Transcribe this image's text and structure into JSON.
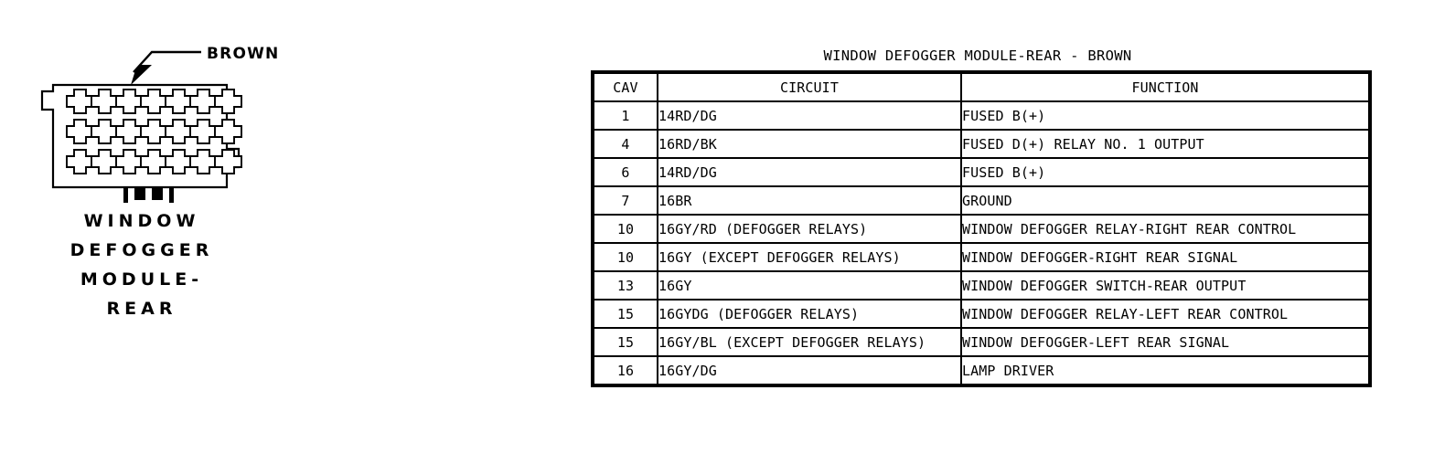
{
  "connector": {
    "color_callout": "BROWN",
    "caption_lines": [
      "WINDOW",
      "DEFOGGER",
      "MODULE-",
      "REAR"
    ],
    "pin_rows": 3,
    "pin_cols": 7,
    "ink_color": "#000000",
    "background_color": "#ffffff"
  },
  "table": {
    "title": "WINDOW DEFOGGER MODULE-REAR - BROWN",
    "headers": {
      "cav": "CAV",
      "circuit": "CIRCUIT",
      "function": "FUNCTION"
    },
    "rows": [
      {
        "cav": "1",
        "circuit": "14RD/DG",
        "function": "FUSED B(+)"
      },
      {
        "cav": "4",
        "circuit": "16RD/BK",
        "function": "FUSED D(+) RELAY NO. 1 OUTPUT"
      },
      {
        "cav": "6",
        "circuit": "14RD/DG",
        "function": "FUSED B(+)"
      },
      {
        "cav": "7",
        "circuit": "16BR",
        "function": "GROUND"
      },
      {
        "cav": "10",
        "circuit": "16GY/RD (DEFOGGER RELAYS)",
        "function": "WINDOW DEFOGGER RELAY-RIGHT REAR CONTROL"
      },
      {
        "cav": "10",
        "circuit": "16GY (EXCEPT DEFOGGER RELAYS)",
        "function": "WINDOW DEFOGGER-RIGHT REAR SIGNAL"
      },
      {
        "cav": "13",
        "circuit": "16GY",
        "function": "WINDOW DEFOGGER SWITCH-REAR OUTPUT"
      },
      {
        "cav": "15",
        "circuit": "16GYDG (DEFOGGER RELAYS)",
        "function": "WINDOW DEFOGGER RELAY-LEFT REAR CONTROL"
      },
      {
        "cav": "15",
        "circuit": "16GY/BL (EXCEPT DEFOGGER RELAYS)",
        "function": "WINDOW DEFOGGER-LEFT REAR SIGNAL",
        "wrap": true
      },
      {
        "cav": "16",
        "circuit": "16GY/DG",
        "function": "LAMP DRIVER"
      }
    ]
  }
}
